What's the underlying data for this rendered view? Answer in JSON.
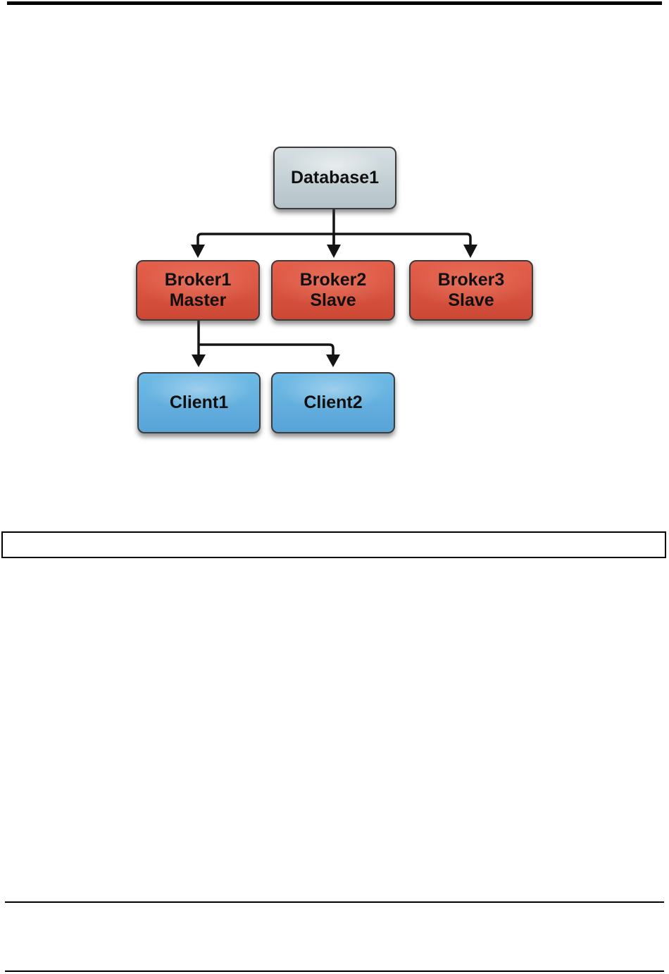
{
  "theme": {
    "page-bg": "#ffffff",
    "rule-color": "#000000",
    "node-border": "#3b3b3b",
    "node-text": "#101010",
    "edge-color": "#141414",
    "database-fill-top": "#d6dfe2",
    "database-fill-bottom": "#b4c3c9",
    "broker-fill-top": "#e4604b",
    "broker-fill-bottom": "#cc4734",
    "client-fill-top": "#6fbbe6",
    "client-fill-bottom": "#58a3d6"
  },
  "diagram": {
    "nodes": {
      "database1": {
        "label": "Database1",
        "type": "database"
      },
      "broker1": {
        "label": "Broker1",
        "sublabel": "Master",
        "type": "broker"
      },
      "broker2": {
        "label": "Broker2",
        "sublabel": "Slave",
        "type": "broker"
      },
      "broker3": {
        "label": "Broker3",
        "sublabel": "Slave",
        "type": "broker"
      },
      "client1": {
        "label": "Client1",
        "type": "client"
      },
      "client2": {
        "label": "Client2",
        "type": "client"
      }
    },
    "edges": [
      {
        "from": "Database1",
        "to": "Broker1 Master"
      },
      {
        "from": "Database1",
        "to": "Broker2 Slave"
      },
      {
        "from": "Database1",
        "to": "Broker3 Slave"
      },
      {
        "from": "Broker1 Master",
        "to": "Client1"
      },
      {
        "from": "Broker1 Master",
        "to": "Client2"
      }
    ]
  }
}
